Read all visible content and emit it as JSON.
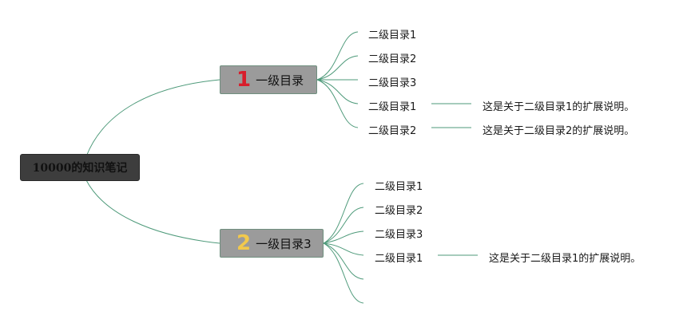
{
  "root": {
    "label": "10000的知识笔记"
  },
  "branches": [
    {
      "number": "1",
      "label": "一级目录",
      "badge_color": "#d81e2c",
      "children": [
        "二级目录1",
        "二级目录2",
        "二级目录3",
        "二级目录1",
        "二级目录2"
      ],
      "notes": [
        {
          "text": "这是关于二级目录1的扩展说明。"
        },
        {
          "text": "这是关于二级目录2的扩展说明。"
        }
      ]
    },
    {
      "number": "2",
      "label": "一级目录3",
      "badge_color": "#f2c94c",
      "children": [
        "二级目录1",
        "二级目录2",
        "二级目录3",
        "二级目录1"
      ],
      "notes": [
        {
          "text": "这是关于二级目录1的扩展说明。"
        }
      ]
    }
  ],
  "colors": {
    "connector": "#4e9a7a",
    "root_fill": "#3d3d3d",
    "branch_fill": "#9b9b9b"
  }
}
